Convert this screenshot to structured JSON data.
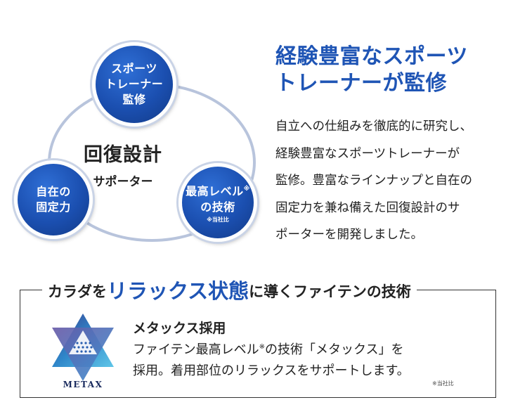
{
  "diagram": {
    "node_top": {
      "lines": [
        "スポーツ",
        "トレーナー",
        "監修"
      ]
    },
    "node_left": {
      "lines": [
        "自在の",
        "固定力"
      ]
    },
    "node_right": {
      "line1": "最高レベル",
      "line1_mark": "※",
      "line2": "の技術",
      "note": "※当社比"
    },
    "center_title": "回復設計",
    "center_sub": "サポーター"
  },
  "heading": {
    "lines": [
      "経験豊富なスポーツ",
      "トレーナーが監修"
    ]
  },
  "body": {
    "lines": [
      "自立への仕組みを徹底的に研究し、",
      "経験豊富なスポーツトレーナーが",
      "監修。豊富なラインナップと自在の",
      "固定力を兼ね備えた回復設計のサ",
      "ポーターを開発しました。"
    ]
  },
  "box": {
    "title_part1": "カラダを",
    "title_part2": "リラックス状態",
    "title_part3": "に導くファイテンの技術",
    "logo_text": "METAX",
    "metax_title": "メタックス採用",
    "metax_line1_a": "ファイテン最高レベル",
    "metax_line1_mark": "※",
    "metax_line1_b": "の技術「メタックス」を",
    "metax_line2": "採用。着用部位のリラックスをサポートします。",
    "note": "※当社比"
  },
  "colors": {
    "accent_blue": "#1f55b5",
    "node_blue": "#1b4fb0",
    "ring": "#b8c4dc",
    "text": "#222222"
  }
}
